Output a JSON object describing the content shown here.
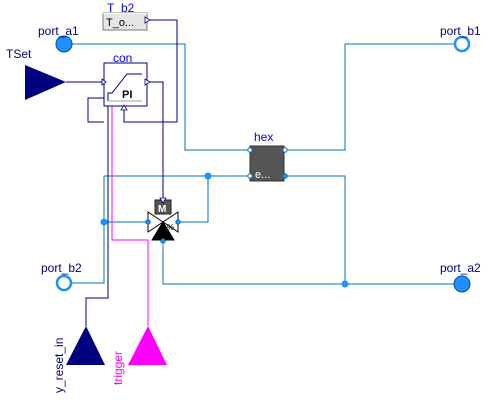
{
  "colors": {
    "wire": "#0070c0",
    "control": "#000080",
    "trigger": "#ff00ff",
    "port_fill": "#1e90ff",
    "label_blue": "#0000ff",
    "hex_body": "#555555"
  },
  "labels": {
    "port_a1": "port_a1",
    "port_b1": "port_b1",
    "port_b2": "port_b2",
    "port_a2": "port_a2",
    "tset": "TSet",
    "con": "con",
    "pi": "PI",
    "t_b2": "T_b2",
    "t_b2_inner": "T_o...",
    "hex": "hex",
    "hex_inner": "e...",
    "valve_mark": "M",
    "y_reset_in": "y_reset_in",
    "trigger": "trigger"
  },
  "icons": {
    "valve": "three-way-valve-icon",
    "sensor": "temperature-sensor-icon",
    "heat_exchanger": "heat-exchanger-icon",
    "controller": "pi-controller-icon"
  }
}
